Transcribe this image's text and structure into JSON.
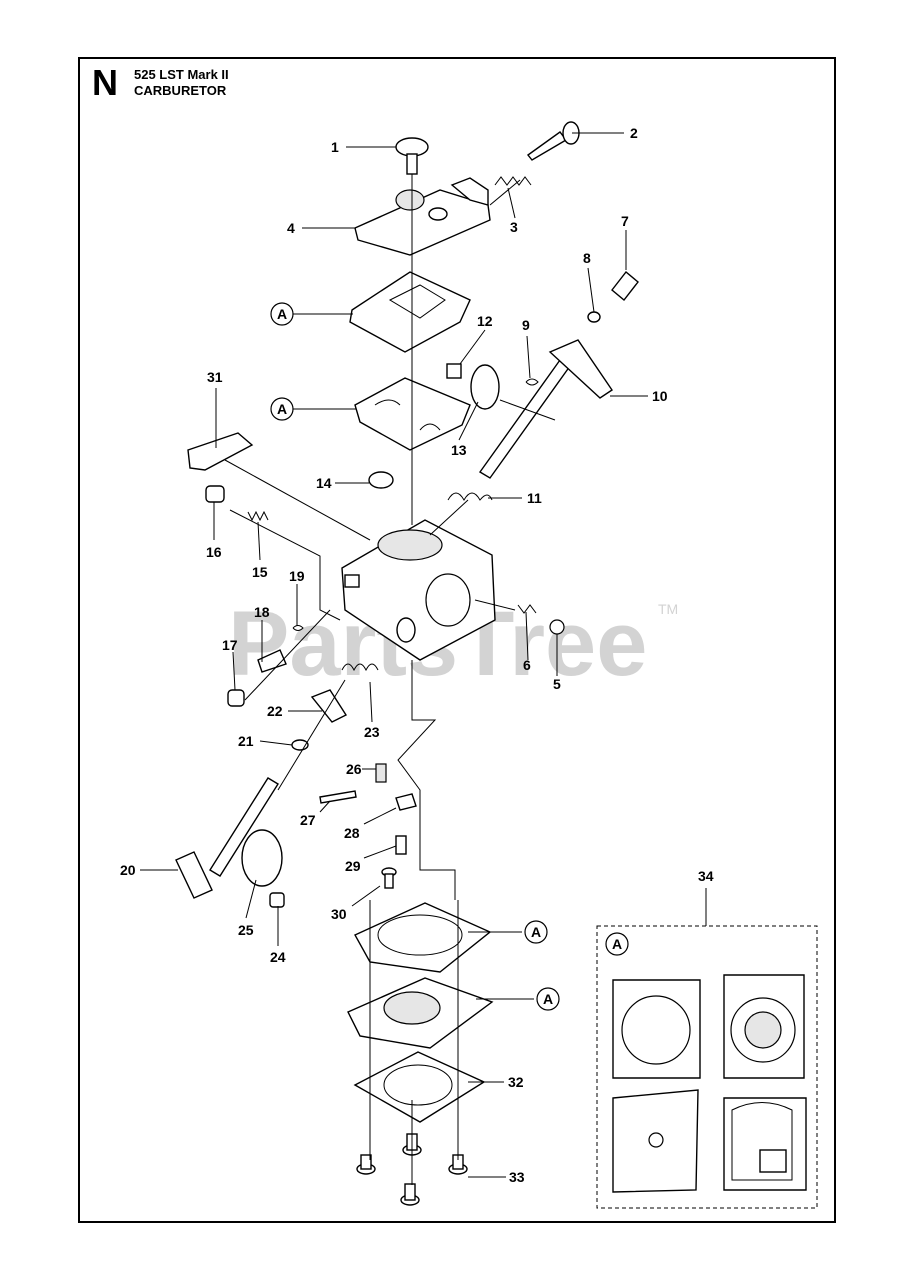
{
  "header": {
    "section_letter": "N",
    "model": "525 LST Mark II",
    "title": "CARBURETOR"
  },
  "watermark": {
    "text": "PartsTree",
    "trademark": "TM"
  },
  "callouts": [
    "1",
    "2",
    "3",
    "4",
    "5",
    "6",
    "7",
    "8",
    "9",
    "10",
    "11",
    "12",
    "13",
    "14",
    "15",
    "16",
    "17",
    "18",
    "19",
    "20",
    "21",
    "22",
    "23",
    "24",
    "25",
    "26",
    "27",
    "28",
    "29",
    "30",
    "31",
    "32",
    "33",
    "34"
  ],
  "kit_marker": "A",
  "kit_box": {
    "number": "34",
    "marker": "A"
  }
}
